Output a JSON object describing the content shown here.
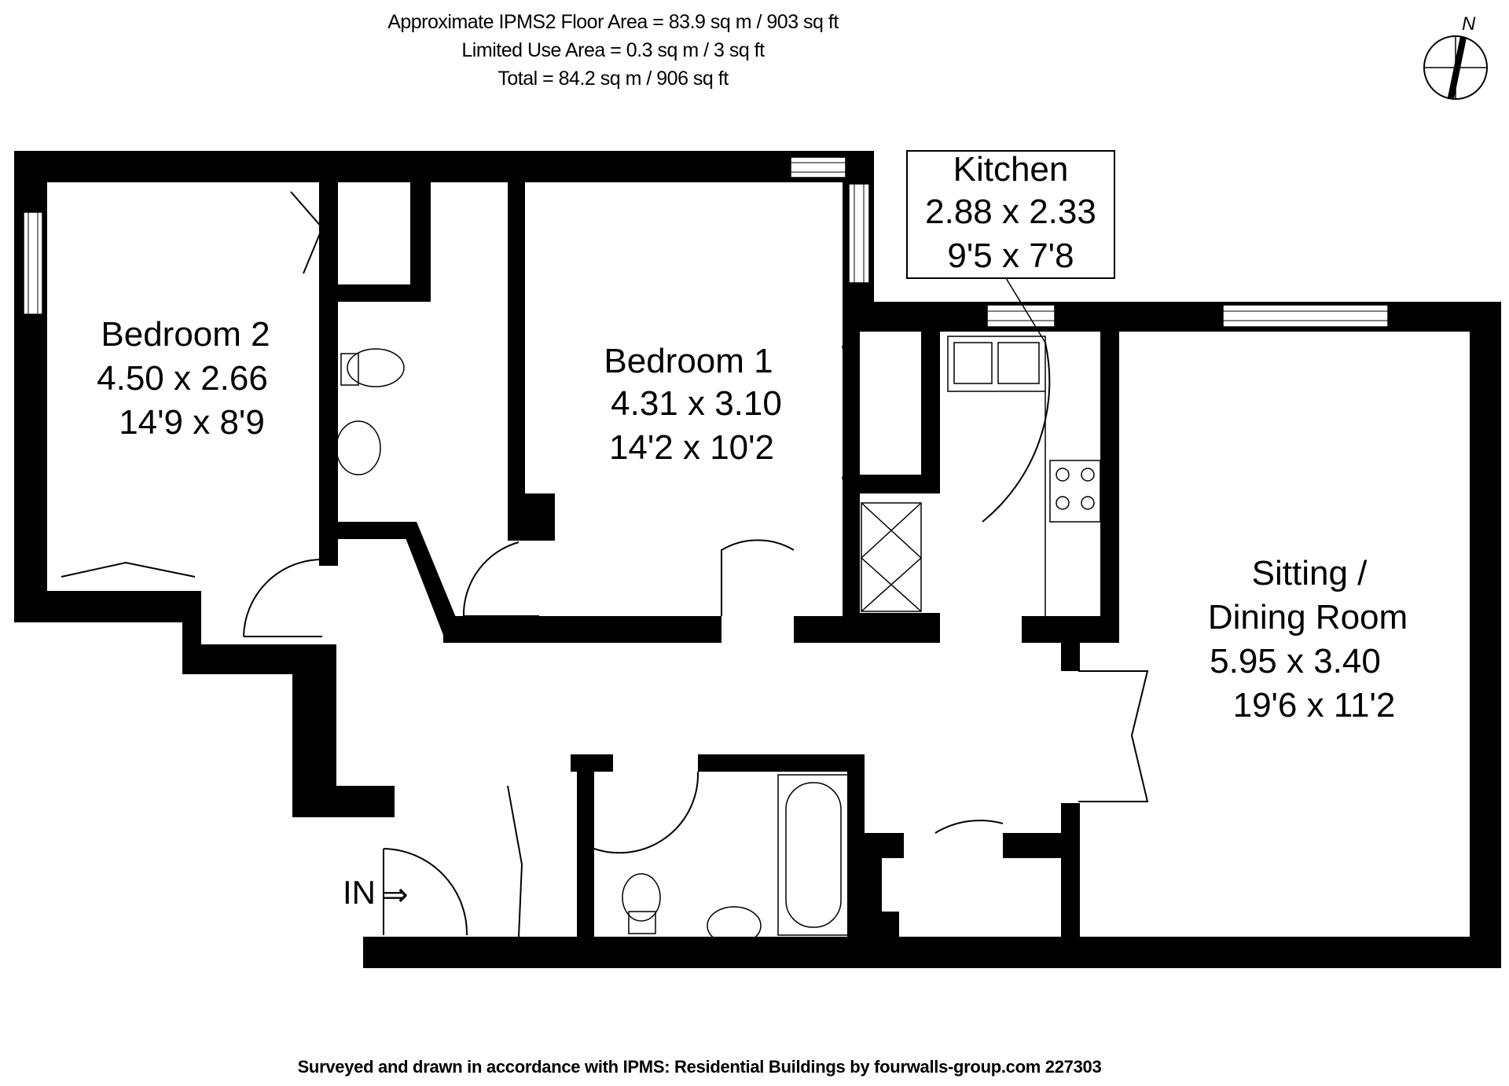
{
  "header": {
    "line1": "Approximate IPMS2 Floor Area = 83.9 sq m / 903 sq ft",
    "line2": "Limited Use Area = 0.3 sq m / 3 sq ft",
    "line3": "Total = 84.2 sq m / 906 sq ft"
  },
  "compass": {
    "label": "N"
  },
  "rooms": {
    "bedroom2": {
      "name": "Bedroom 2",
      "metric": "4.50 x 2.66",
      "imperial": "14'9 x 8'9"
    },
    "bedroom1": {
      "name": "Bedroom 1",
      "metric": "4.31 x 3.10",
      "imperial": "14'2 x 10'2"
    },
    "kitchen": {
      "name": "Kitchen",
      "metric": "2.88 x 2.33",
      "imperial": "9'5 x 7'8"
    },
    "sitting": {
      "name_line1": "Sitting  /",
      "name_line2": "Dining Room",
      "metric": "5.95 x 3.40",
      "imperial": "19'6 x 11'2"
    }
  },
  "entrance": {
    "label": "IN",
    "arrow": "⇒"
  },
  "footer": "Surveyed and drawn in accordance with IPMS: Residential Buildings by fourwalls-group.com 227303"
}
